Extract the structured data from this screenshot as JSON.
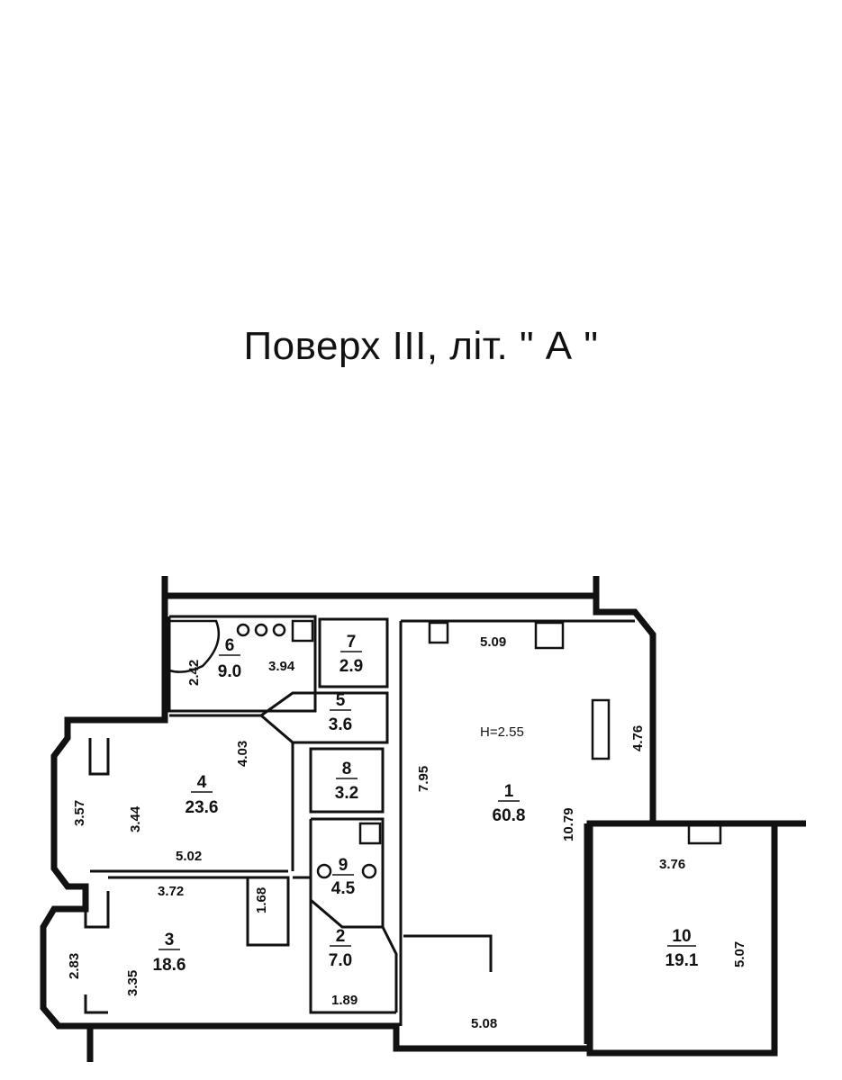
{
  "title": "Поверх III, літ. \" А \"",
  "ceiling_height": "H=2.55",
  "rooms": [
    {
      "number": "1",
      "area": "60.8"
    },
    {
      "number": "2",
      "area": "7.0"
    },
    {
      "number": "3",
      "area": "18.6"
    },
    {
      "number": "4",
      "area": "23.6"
    },
    {
      "number": "5",
      "area": "3.6"
    },
    {
      "number": "6",
      "area": "9.0"
    },
    {
      "number": "7",
      "area": "2.9"
    },
    {
      "number": "8",
      "area": "3.2"
    },
    {
      "number": "9",
      "area": "4.5"
    },
    {
      "number": "10",
      "area": "19.1"
    }
  ],
  "dimensions": {
    "d_5_09": "5.09",
    "d_4_76": "4.76",
    "d_7_95": "7.95",
    "d_10_79": "10.79",
    "d_5_08": "5.08",
    "d_3_76": "3.76",
    "d_5_07": "5.07",
    "d_3_94": "3.94",
    "d_2_42": "2.42",
    "d_4_03": "4.03",
    "d_3_57": "3.57",
    "d_3_44": "3.44",
    "d_5_02": "5.02",
    "d_3_72": "3.72",
    "d_1_68": "1.68",
    "d_2_83": "2.83",
    "d_3_35": "3.35",
    "d_1_89": "1.89"
  }
}
